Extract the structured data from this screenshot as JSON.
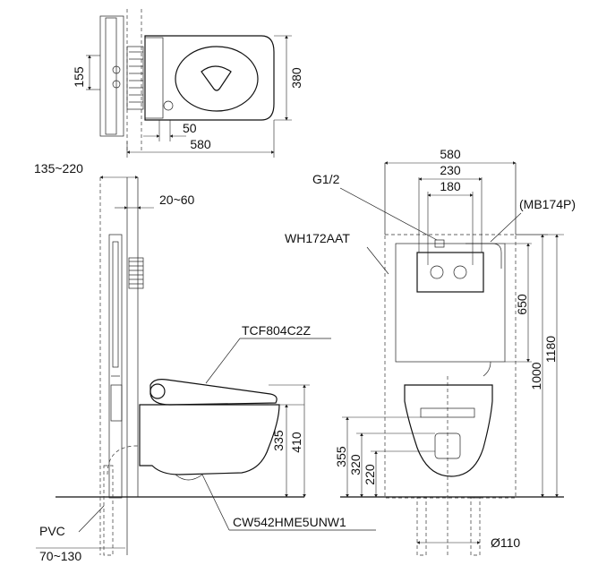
{
  "top_view": {
    "dims": {
      "d155": "155",
      "d380": "380",
      "d50": "50",
      "d580": "580"
    }
  },
  "side_view": {
    "dims": {
      "d135_220": "135~220",
      "d20_60": "20~60",
      "d335": "335",
      "d410": "410"
    },
    "labels": {
      "seat": "TCF804C2Z",
      "bowl": "CW542HME5UNW1",
      "pvc": "PVC",
      "pvc_range": "70~130"
    }
  },
  "front_view": {
    "dims": {
      "d580": "580",
      "d230": "230",
      "d180": "180",
      "d650": "650",
      "d1000": "1000",
      "d1180": "1180",
      "d355": "355",
      "d320": "320",
      "d220": "220",
      "d110": "Ø110"
    },
    "labels": {
      "g12": "G1/2",
      "frame": "WH172AAT",
      "mb": "(MB174P)"
    }
  }
}
